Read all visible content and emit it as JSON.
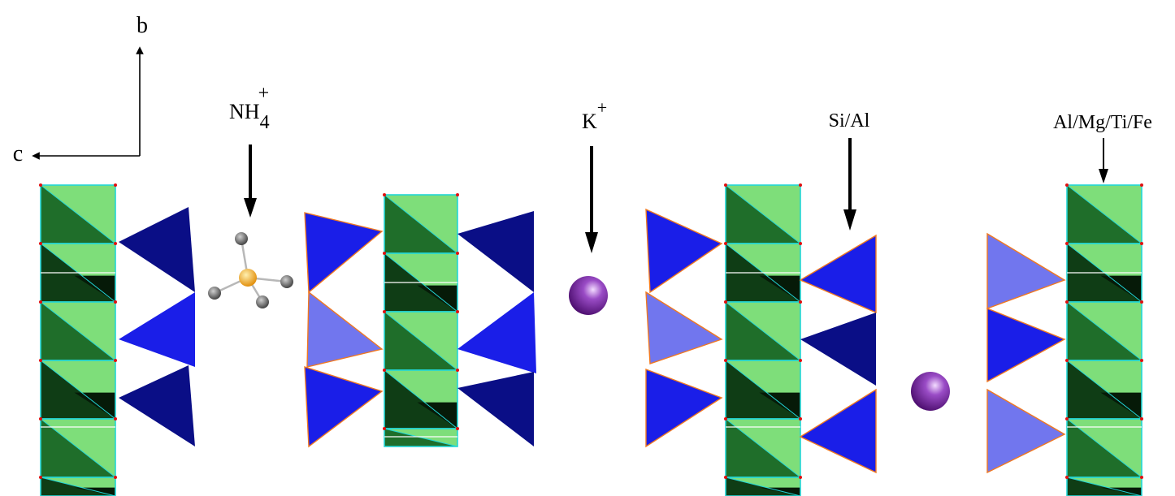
{
  "axes": {
    "c": "c",
    "b": "b"
  },
  "labels": {
    "nh4_main": "NH",
    "nh4_sub": "4",
    "nh4_sup": "+",
    "k_main": "K",
    "k_sup": "+",
    "si_al": "Si/Al",
    "octa": "Al/Mg/Ti/Fe"
  },
  "colors": {
    "octa_light": "#7ede7a",
    "octa_mid": "#1f6e2a",
    "octa_dark": "#0f3d15",
    "octa_black": "#061a08",
    "octa_edge": "#22d6d6",
    "tet_navy": "#0a0e86",
    "tet_blue": "#1a1ee8",
    "tet_light": "#7176ee",
    "tet_edge": "#f07820",
    "potassium": "#6a1f8c",
    "nitrogen": "#f0a020",
    "hydrogen": "#6e6e6e"
  }
}
